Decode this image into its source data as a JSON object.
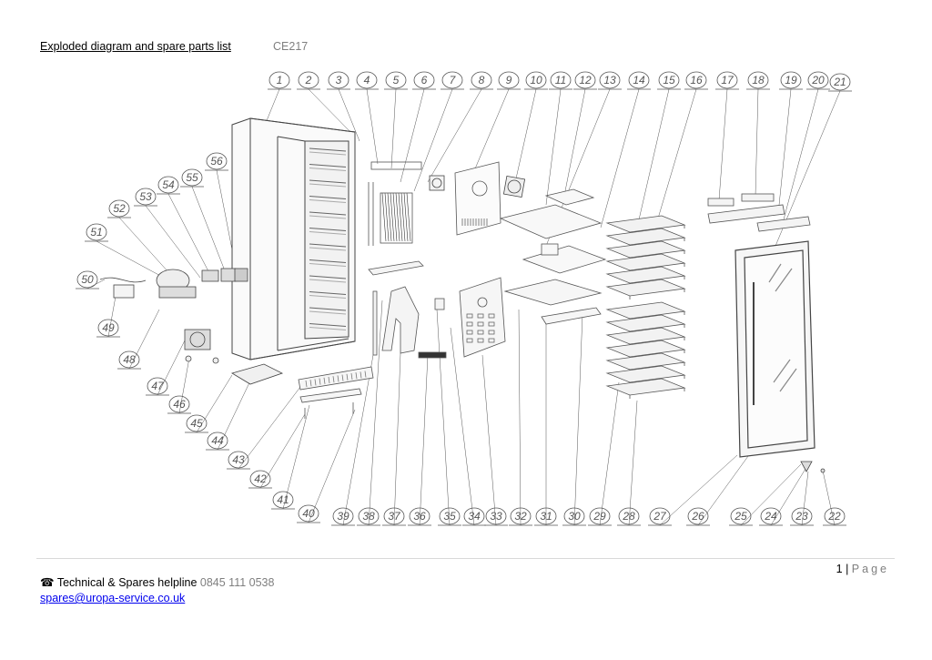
{
  "header": {
    "title": "Exploded diagram and spare parts list",
    "model": "CE217"
  },
  "diagram": {
    "top_callouts": [
      "1",
      "2",
      "3",
      "4",
      "5",
      "6",
      "7",
      "8",
      "9",
      "10",
      "11",
      "12",
      "13",
      "14",
      "15",
      "16",
      "17",
      "18",
      "19",
      "20",
      "21"
    ],
    "left_callouts": [
      "56",
      "55",
      "54",
      "53",
      "52",
      "51",
      "50",
      "49",
      "48",
      "47",
      "46",
      "45",
      "44",
      "43",
      "42",
      "41",
      "40"
    ],
    "bottom_callouts": [
      "39",
      "38",
      "37",
      "36",
      "35",
      "34",
      "33",
      "32",
      "31",
      "30",
      "29",
      "28",
      "27",
      "26",
      "25",
      "24",
      "23",
      "22"
    ]
  },
  "footer": {
    "page_number": "1",
    "page_separator": "|",
    "page_word": "Page",
    "helpline_icon": "telephone-icon",
    "helpline_label": "Technical & Spares helpline",
    "helpline_phone": "0845 111 0538",
    "email": "spares@uropa-service.co.uk"
  }
}
